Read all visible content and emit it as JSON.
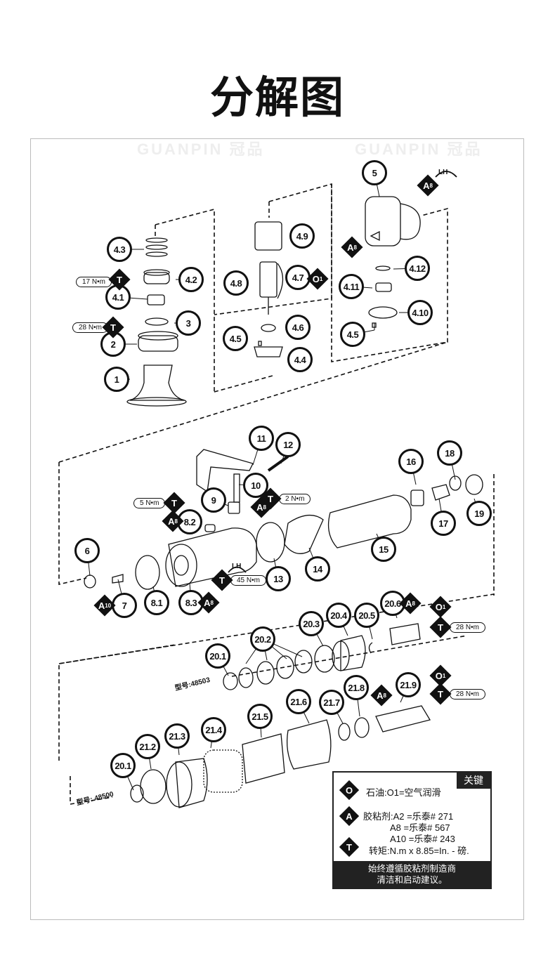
{
  "title": "分解图",
  "watermark": "GUANPIN 冠品",
  "callouts": [
    "5",
    "4.9",
    "4.3",
    "4.2",
    "4.8",
    "4.7",
    "4.12",
    "4.11",
    "4.1",
    "4.10",
    "3",
    "4.6",
    "4.5",
    "4.5",
    "2",
    "4.4",
    "1",
    "11",
    "12",
    "16",
    "18",
    "10",
    "9",
    "19",
    "8.2",
    "17",
    "15",
    "6",
    "14",
    "13",
    "7",
    "8.1",
    "8.3",
    "20.6",
    "20.3",
    "20.4",
    "20.5",
    "20.2",
    "20.1",
    "21.8",
    "21.9",
    "21.6",
    "21.7",
    "21.5",
    "21.4",
    "21.3",
    "21.2",
    "20.1"
  ],
  "torques": [
    "17 N•m",
    "28 N•m",
    "5 N•m",
    "2 N•m",
    "45 N•m",
    "28 N•m",
    "28 N•m"
  ],
  "markers": {
    "T": "T",
    "A": "A",
    "O": "O",
    "A8_sub": "8",
    "A10_sub": "10",
    "O1_sub": "1",
    "LH": "LH"
  },
  "models": {
    "m48503": "型号:48503",
    "m48500": "型号: 48500"
  },
  "legend": {
    "header": "关键",
    "oil": "石油:O1=空气润滑",
    "adhesive_a2": "胶粘剂:A2 =乐泰# 271",
    "adhesive_a8": "A8 =乐泰# 567",
    "adhesive_a10": "A10 =乐泰# 243",
    "torque": "转矩:N.m x 8.85=In. - 磅.",
    "footer_1": "始终遵循胶粘剂制造商",
    "footer_2": "清洁和启动建议。"
  }
}
